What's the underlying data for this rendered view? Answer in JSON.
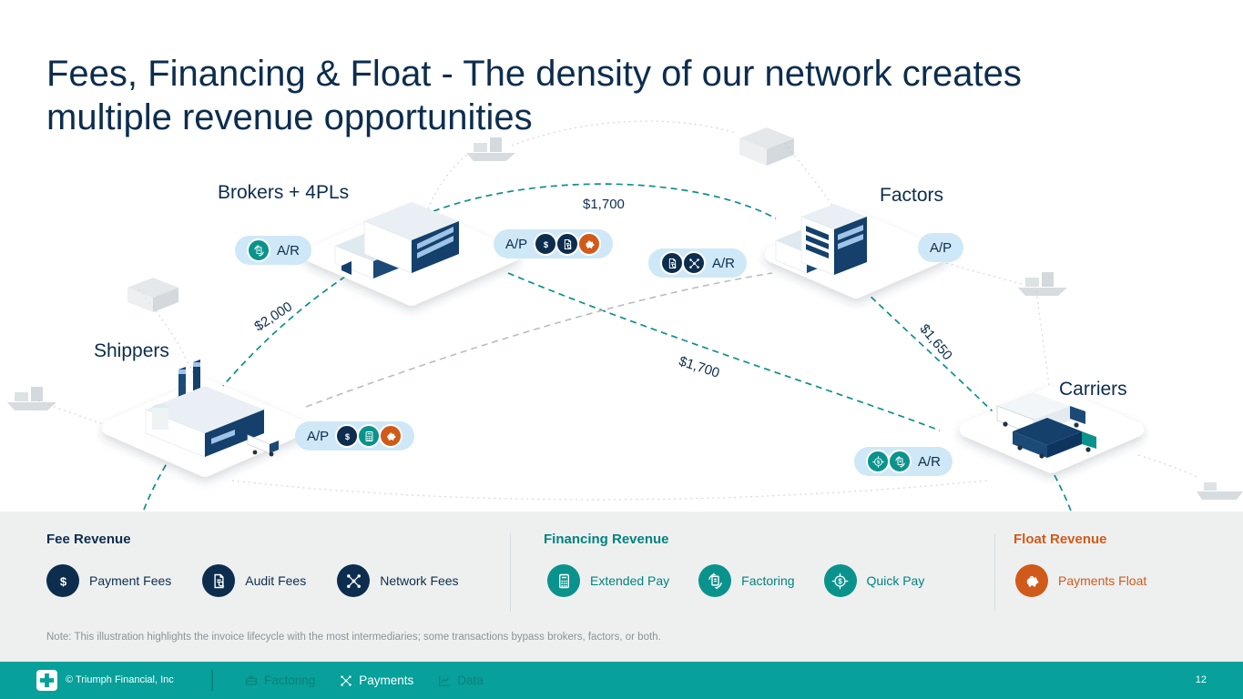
{
  "colors": {
    "navy": "#0d2d4e",
    "teal": "#0a938c",
    "teal-dark": "#00837f",
    "orange": "#d05a1a",
    "badge-bg": "#cfe8f7",
    "legend-bg": "#eef0f0",
    "footer-bg": "#07a09a",
    "line-teal": "#0d8f89",
    "line-gray": "#b9bdc0",
    "note-gray": "#8d9296",
    "nav-muted": "#0c827b"
  },
  "glyphs": {
    "dollar": "$"
  },
  "title": "Fees, Financing & Float - The density of our network creates multiple revenue opportunities",
  "diagram": {
    "nodes": {
      "brokers": {
        "label": "Brokers + 4PLs"
      },
      "factors": {
        "label": "Factors"
      },
      "shippers": {
        "label": "Shippers"
      },
      "carriers": {
        "label": "Carriers"
      }
    },
    "badges": {
      "brokers_ar": {
        "label": "A/R"
      },
      "brokers_ap": {
        "label": "A/P"
      },
      "factors_ar": {
        "label": "A/R"
      },
      "factors_ap": {
        "label": "A/P"
      },
      "shippers_ap": {
        "label": "A/P"
      },
      "carriers_ar": {
        "label": "A/R"
      }
    },
    "amounts": {
      "shippers_to_brokers": "$2,000",
      "brokers_to_factors": "$1,700",
      "brokers_to_carriers": "$1,700",
      "factors_to_carriers": "$1,650"
    }
  },
  "legend": {
    "groups": [
      {
        "title": "Fee Revenue",
        "items": [
          {
            "label": "Payment Fees",
            "icon": "dollar-circle"
          },
          {
            "label": "Audit Fees",
            "icon": "audit-document"
          },
          {
            "label": "Network Fees",
            "icon": "network-nodes"
          }
        ]
      },
      {
        "title": "Financing Revenue",
        "items": [
          {
            "label": "Extended Pay",
            "icon": "calculator"
          },
          {
            "label": "Factoring",
            "icon": "invoice-exchange"
          },
          {
            "label": "Quick Pay",
            "icon": "dollar-refresh"
          }
        ]
      },
      {
        "title": "Float Revenue",
        "items": [
          {
            "label": "Payments Float",
            "icon": "piggy-bank"
          }
        ]
      }
    ],
    "note": "Note: This illustration highlights the invoice lifecycle with the most intermediaries; some transactions bypass brokers, factors, or both."
  },
  "footer": {
    "copyright": "© Triumph Financial, Inc",
    "nav": [
      {
        "label": "Factoring",
        "active": false,
        "icon": "briefcase"
      },
      {
        "label": "Payments",
        "active": true,
        "icon": "network-nodes"
      },
      {
        "label": "Data",
        "active": false,
        "icon": "chart-line"
      }
    ],
    "page": "12"
  }
}
